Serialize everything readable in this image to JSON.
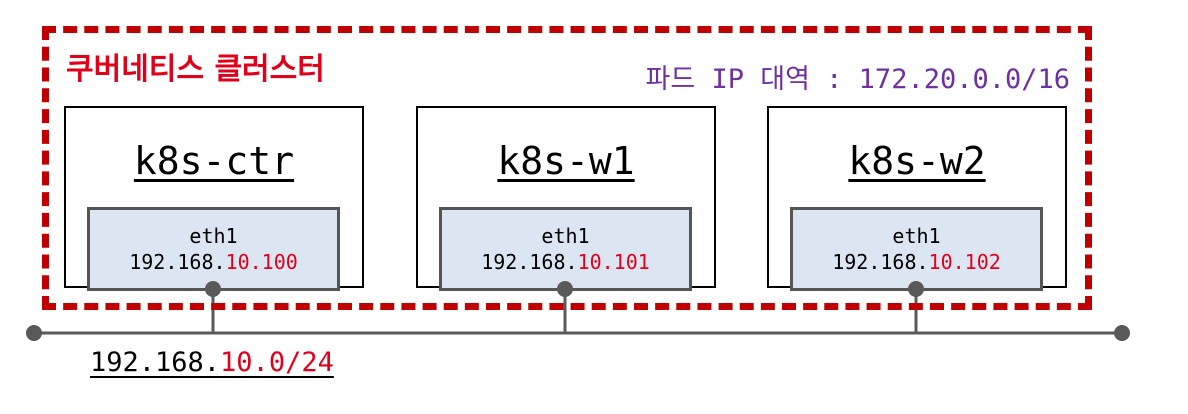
{
  "cluster": {
    "title": "쿠버네티스 클러스터",
    "pod_cidr_label": "파드 IP 대역 : 172.20.0.0/16",
    "border_color": "#c00000"
  },
  "nodes": [
    {
      "name": "k8s-ctr",
      "iface": "eth1",
      "ip_prefix": "192.168.",
      "ip_suffix": "10.100"
    },
    {
      "name": "k8s-w1",
      "iface": "eth1",
      "ip_prefix": "192.168.",
      "ip_suffix": "10.101"
    },
    {
      "name": "k8s-w2",
      "iface": "eth1",
      "ip_prefix": "192.168.",
      "ip_suffix": "10.102"
    }
  ],
  "network": {
    "cidr_prefix": "192.168.",
    "cidr_suffix": "10.0/24"
  },
  "colors": {
    "highlight_red": "#e0001a",
    "pod_cidr_purple": "#7030a0",
    "iface_fill": "#dce6f2",
    "wire_gray": "#595959"
  }
}
